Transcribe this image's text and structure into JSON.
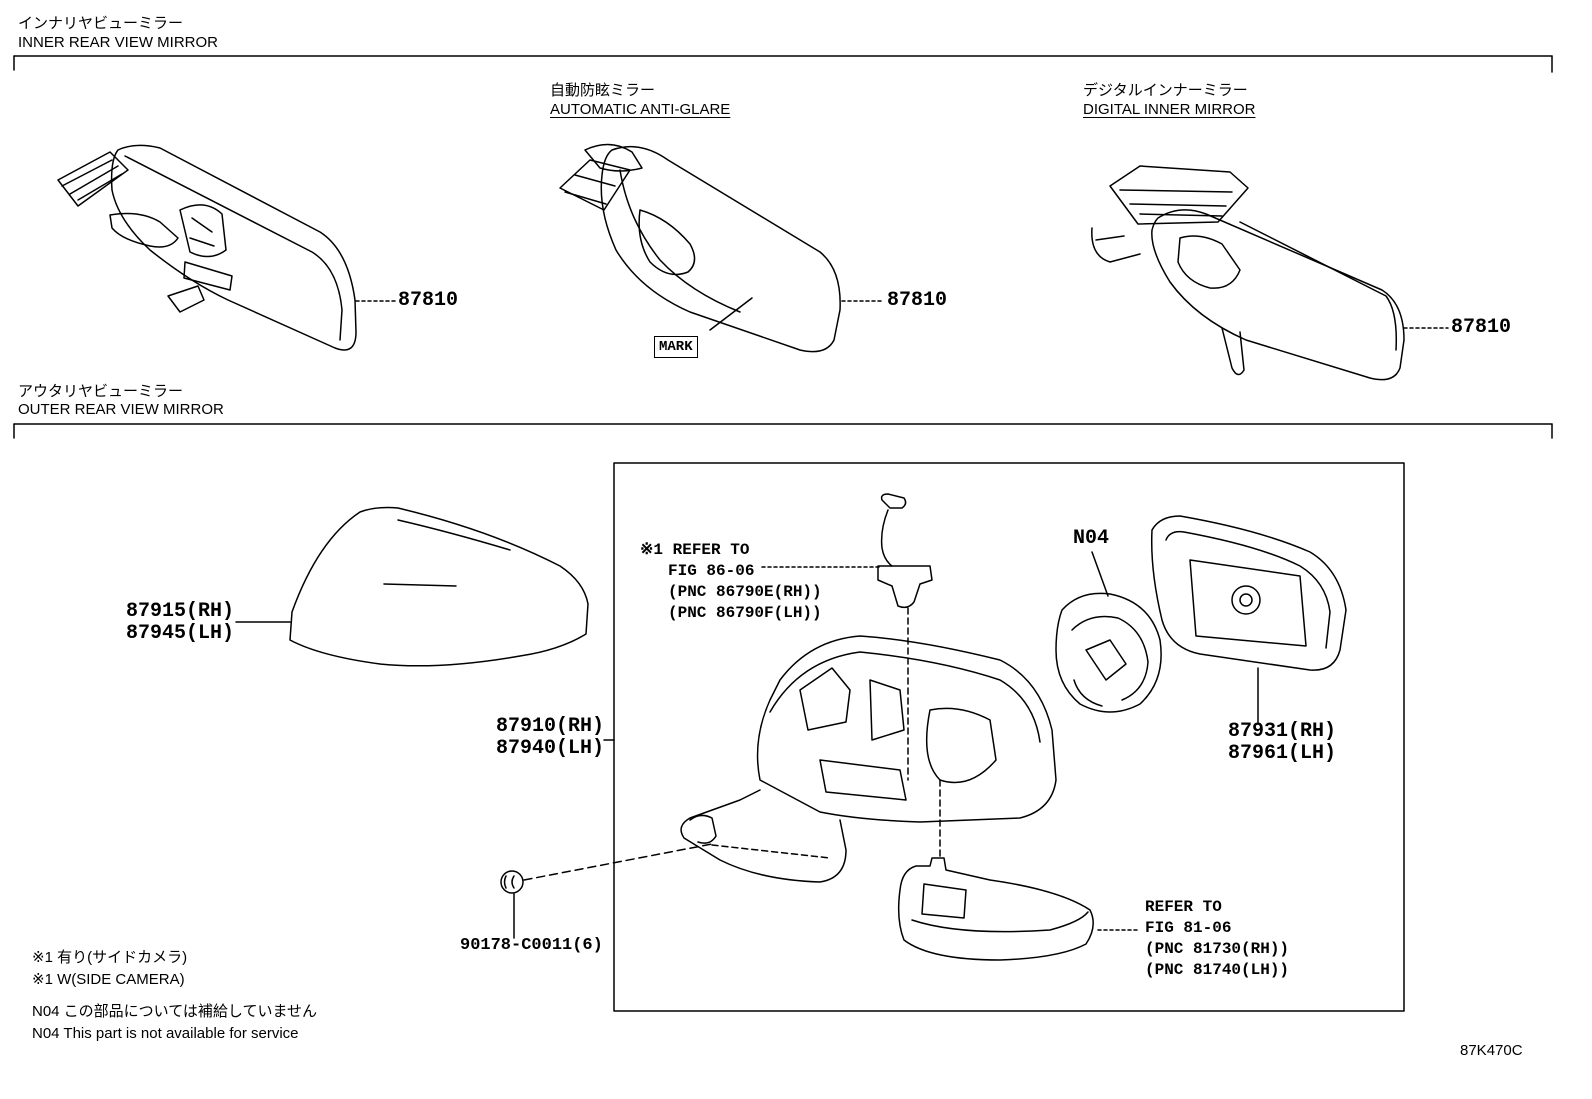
{
  "sections": {
    "inner": {
      "jp": "インナリヤビューミラー",
      "en": "INNER REAR VIEW MIRROR"
    },
    "outer": {
      "jp": "アウタリヤビューミラー",
      "en": "OUTER REAR VIEW MIRROR"
    }
  },
  "inner_variants": {
    "anti_glare": {
      "jp": "自動防眩ミラー",
      "en": "AUTOMATIC ANTI-GLARE"
    },
    "digital": {
      "jp": "デジタルインナーミラー",
      "en": "DIGITAL INNER MIRROR"
    }
  },
  "parts": {
    "inner_std": "87810",
    "inner_antiglare": "87810",
    "inner_digital": "87810",
    "cover_rh": "87915(RH)",
    "cover_lh": "87945(LH)",
    "body_rh": "87910(RH)",
    "body_lh": "87940(LH)",
    "glass_rh": "87931(RH)",
    "glass_lh": "87961(LH)",
    "clip": "90178-C0011(6)",
    "n04": "N04"
  },
  "mark_label": "MARK",
  "ref_camera": [
    "※1 REFER TO",
    "FIG 86-06",
    "(PNC 86790E(RH))",
    "(PNC 86790F(LH))"
  ],
  "ref_lamp": [
    "REFER TO",
    "FIG 81-06",
    "(PNC 81730(RH))",
    "(PNC 81740(LH))"
  ],
  "notes": [
    "※1 有り(サイドカメラ)",
    "※1 W(SIDE CAMERA)",
    "N04 この部品については補給していません",
    "N04 This part is not available for service"
  ],
  "figure_code": "87K470C"
}
